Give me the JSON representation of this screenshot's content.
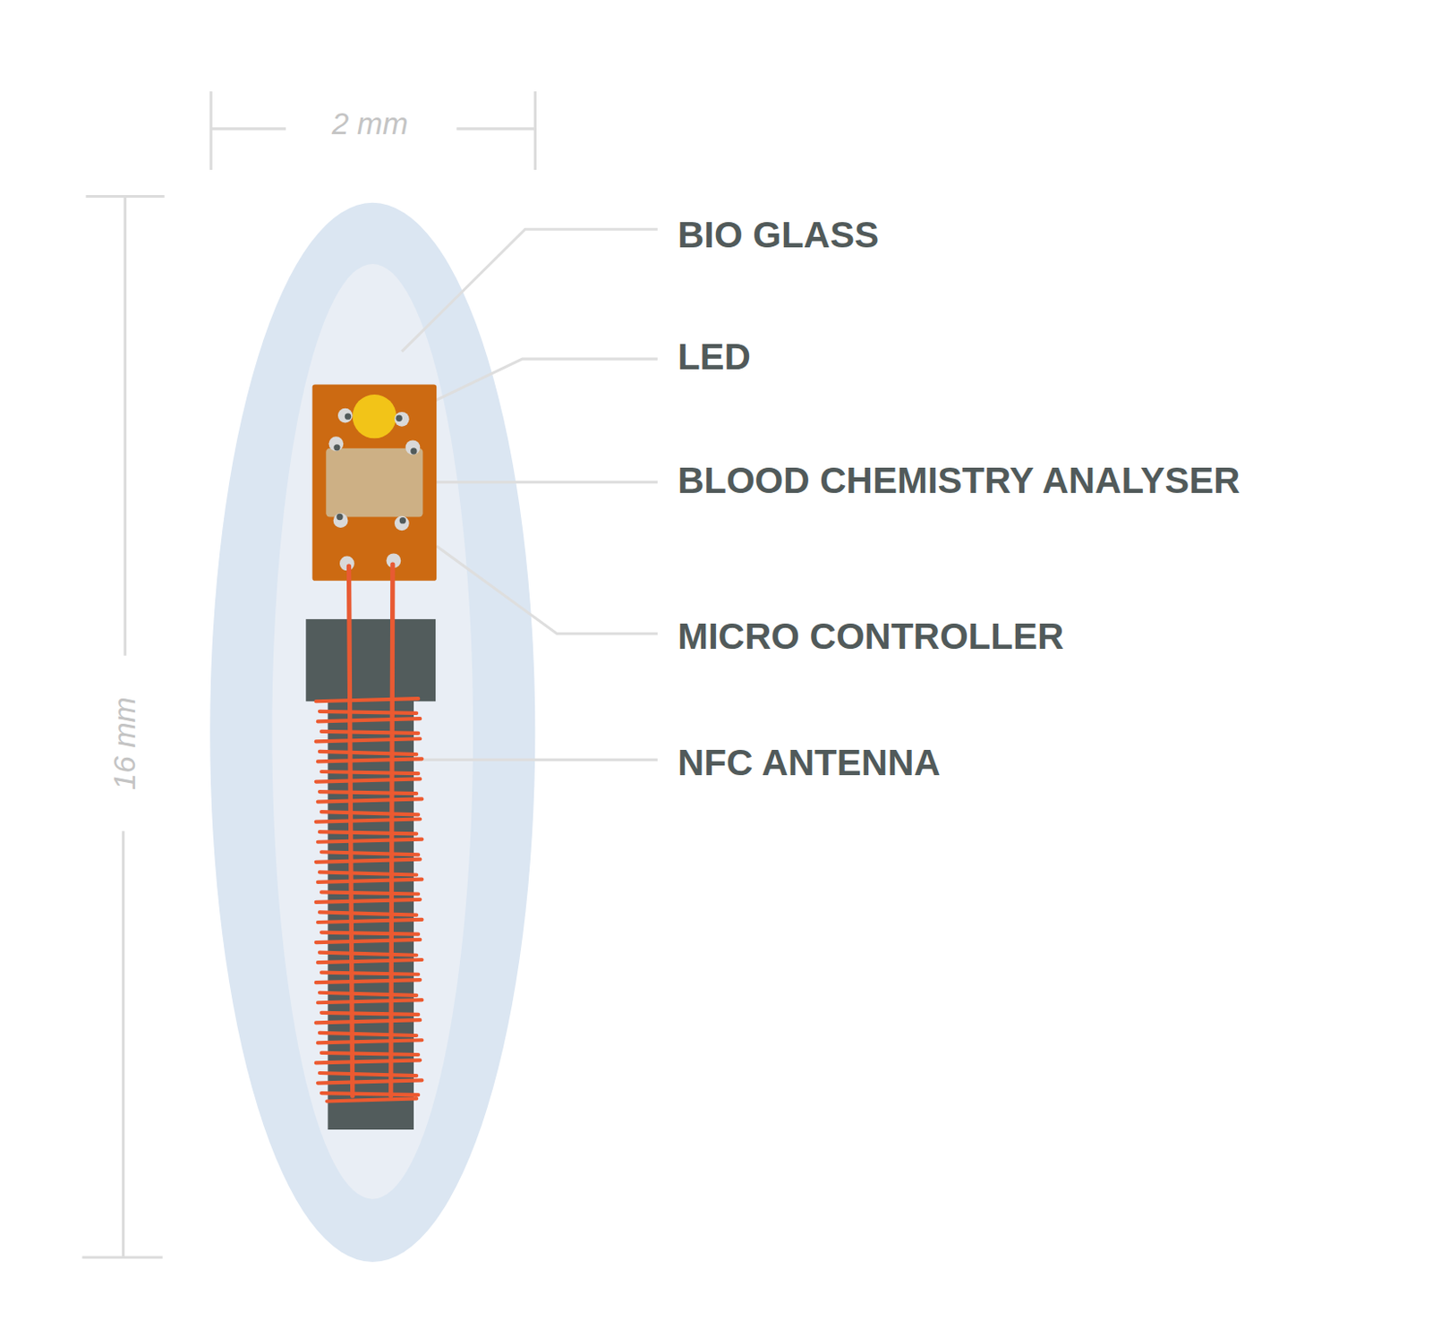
{
  "diagram": {
    "labels": [
      "2 mm",
      "16 mm",
      "BIO GLASS",
      "LED",
      "BLOOD CHEMISTRY ANALYSER",
      "MICRO CONTROLLER",
      "NFC ANTENNA"
    ]
  }
}
